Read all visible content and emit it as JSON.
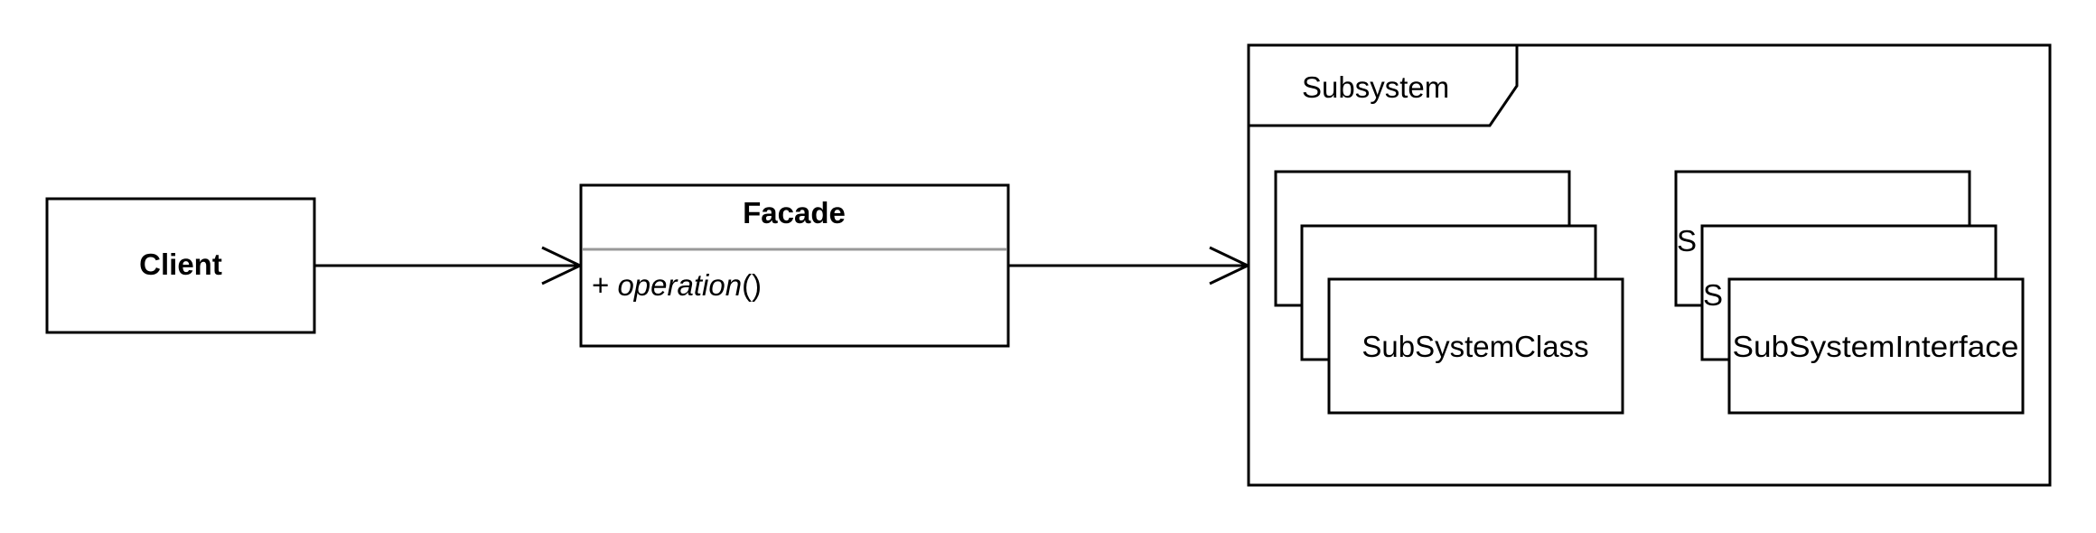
{
  "client": {
    "name": "Client"
  },
  "facade": {
    "name": "Facade",
    "operation": {
      "visibility": "+ ",
      "name": "operation",
      "params": "()"
    }
  },
  "subsystem": {
    "name": "Subsystem",
    "class_stack": {
      "back_label": "",
      "middle_label": "",
      "front_label": "SubSystemClass"
    },
    "interface_stack": {
      "back_label": "S",
      "middle_label": "S",
      "front_label": "SubSystemInterface"
    }
  },
  "colors": {
    "line": "#000000",
    "fill": "#ffffff",
    "separator": "#999999"
  }
}
